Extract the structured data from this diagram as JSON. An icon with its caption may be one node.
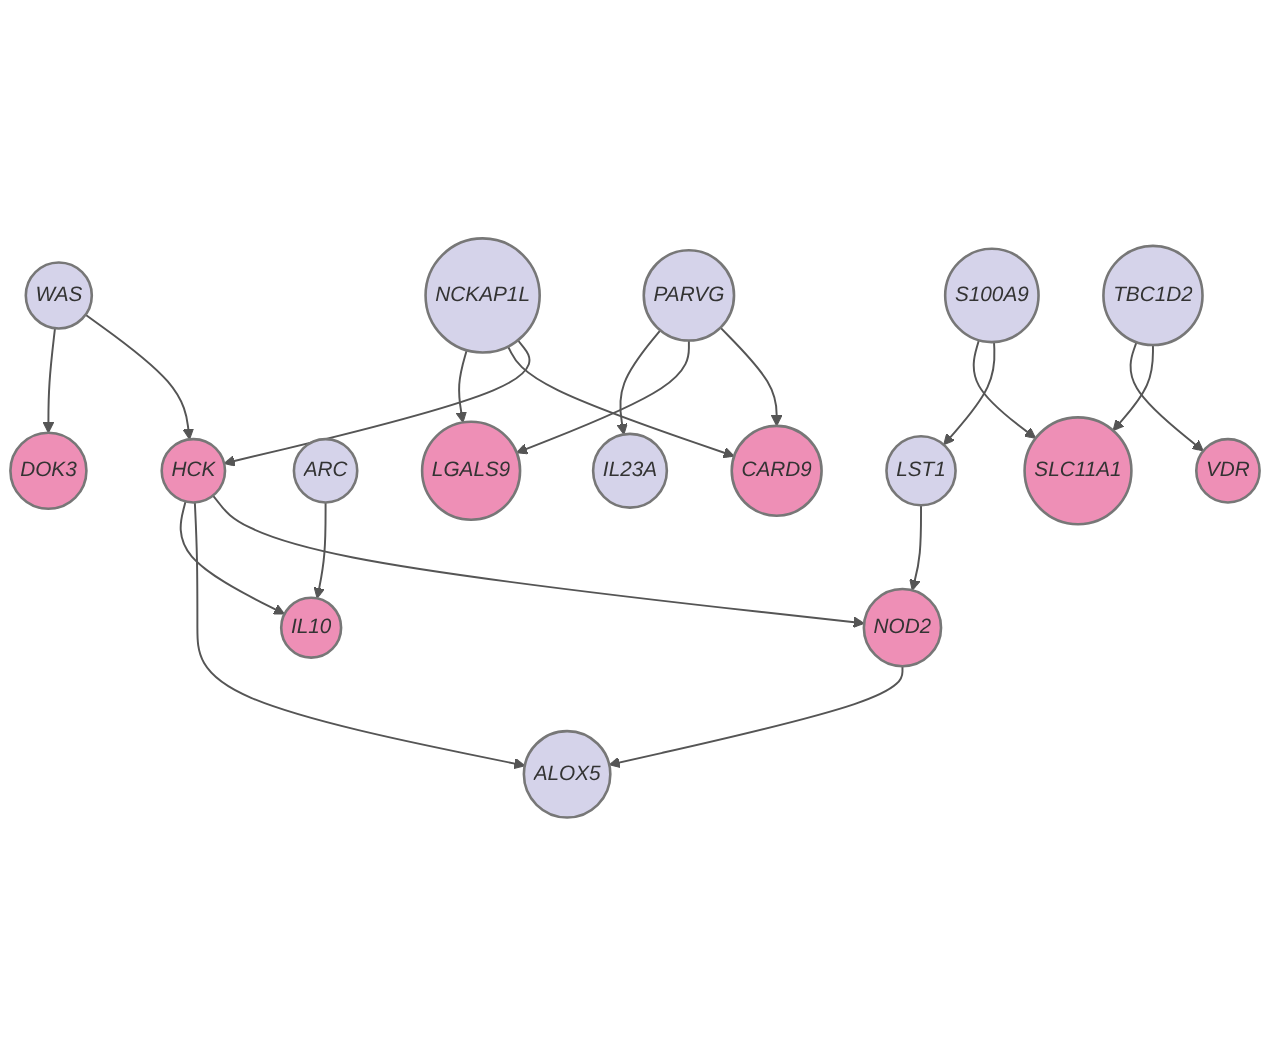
{
  "diagram": {
    "nodes": [
      {
        "text": [
          "LST1"
        ]
      },
      {
        "text": [
          "S100A9"
        ]
      },
      {
        "text": [
          "NOD2"
        ]
      },
      {
        "text": [
          "SLC11A1"
        ]
      },
      {
        "text": [
          "ALOX5"
        ]
      },
      {
        "text": [
          "ARC"
        ]
      },
      {
        "text": [
          "IL10"
        ]
      },
      {
        "text": [
          "HCK"
        ]
      },
      {
        "text": [
          "VDR"
        ]
      },
      {
        "text": [
          "TBC1D2"
        ]
      },
      {
        "text": [
          "WAS"
        ]
      },
      {
        "text": [
          "NCKAP1L"
        ]
      },
      {
        "text": [
          "CARD9"
        ]
      },
      {
        "text": [
          "PARVG"
        ]
      },
      {
        "text": [
          "LGALS9"
        ]
      },
      {
        "text": [
          "DOK3"
        ]
      },
      {
        "text": [
          "IL23A"
        ]
      }
    ],
    "edges": [
      {
        "from": 1,
        "to": 0,
        "arrow": "to"
      },
      {
        "from": 0,
        "to": 2,
        "arrow": "to"
      },
      {
        "from": 1,
        "to": 3,
        "arrow": "to"
      },
      {
        "from": 9,
        "to": 3,
        "arrow": "to"
      },
      {
        "from": 9,
        "to": 8,
        "arrow": "to"
      },
      {
        "from": 2,
        "to": 4,
        "arrow": "to"
      },
      {
        "from": 7,
        "to": 2,
        "arrow": "to"
      },
      {
        "from": 7,
        "to": 4,
        "arrow": "to"
      },
      {
        "from": 5,
        "to": 6,
        "arrow": "to"
      },
      {
        "from": 7,
        "to": 6,
        "arrow": "to"
      },
      {
        "from": 10,
        "to": 7,
        "arrow": "to"
      },
      {
        "from": 10,
        "to": 15,
        "arrow": "to"
      },
      {
        "from": 11,
        "to": 7,
        "arrow": "to"
      },
      {
        "from": 11,
        "to": 12,
        "arrow": "to"
      },
      {
        "from": 11,
        "to": 14,
        "arrow": "to"
      },
      {
        "from": 13,
        "to": 12,
        "arrow": "to"
      },
      {
        "from": 13,
        "to": 14,
        "arrow": "to"
      },
      {
        "from": 13,
        "to": 16,
        "arrow": "to"
      }
    ]
  }
}
